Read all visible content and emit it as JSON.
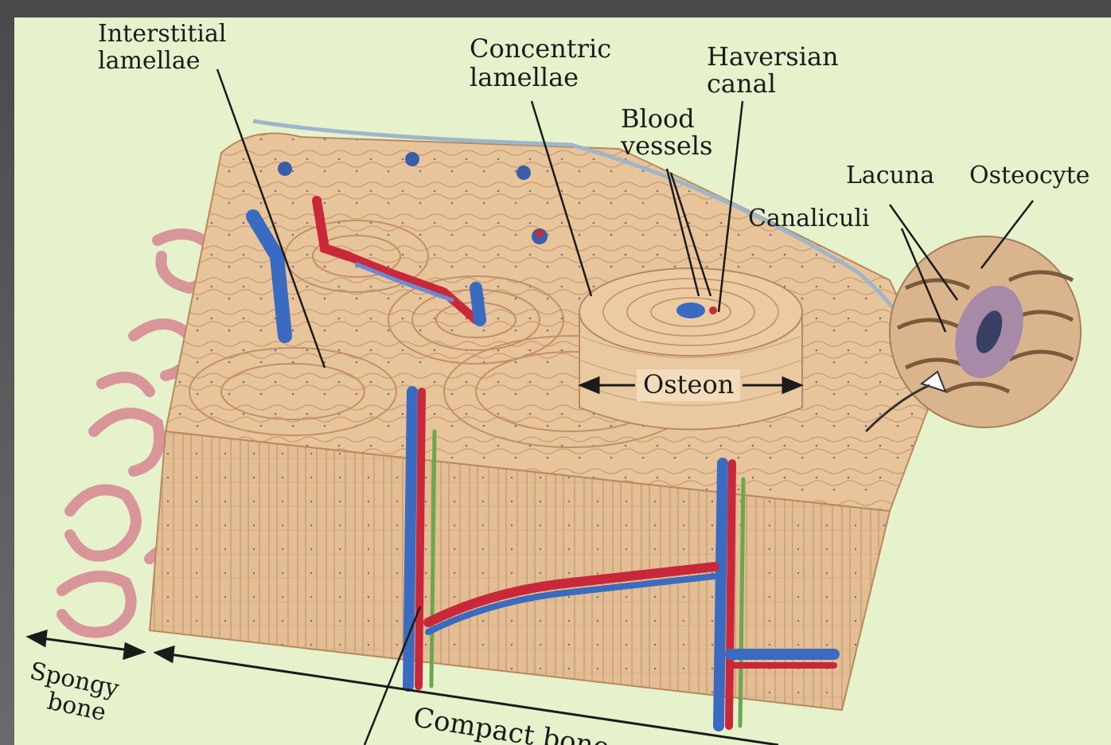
{
  "labels": {
    "interstitial_1": "Interstitial",
    "interstitial_2": "lamellae",
    "concentric_1": "Concentric",
    "concentric_2": "lamellae",
    "haversian_1": "Haversian",
    "haversian_2": "canal",
    "blood_1": "Blood",
    "blood_2": "vessels",
    "lacuna": "Lacuna",
    "osteocyte": "Osteocyte",
    "canaliculi": "Canaliculi",
    "osteon": "Osteon",
    "spongy_1": "Spongy",
    "spongy_2": "bone",
    "compact": "Compact bone"
  },
  "colors": {
    "background": "#e6f2cc",
    "bone": "#e8c49a",
    "bone_dark": "#c99a72",
    "artery": "#c8283a",
    "vein": "#3a6bc0",
    "nerve": "#6aa84f",
    "periosteum": "#9db6c9"
  }
}
